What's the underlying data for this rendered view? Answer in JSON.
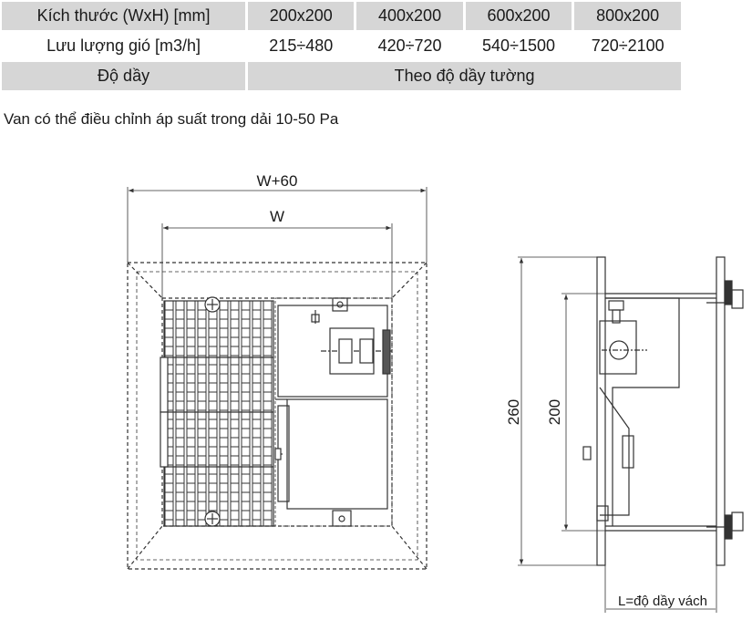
{
  "spec_table": {
    "rows": [
      {
        "label": "Kích thước (WxH) [mm]",
        "values": [
          "200x200",
          "400x200",
          "600x200",
          "800x200"
        ]
      },
      {
        "label": "Lưu lượng gió [m3/h]",
        "values": [
          "215÷480",
          "420÷720",
          "540÷1500",
          "720÷2100"
        ]
      },
      {
        "label": "Độ dầy",
        "merged_value": "Theo độ dầy tường"
      }
    ]
  },
  "note": "Van có thể điều chỉnh áp suất trong dải 10-50 Pa",
  "front_view": {
    "dim_outer_label": "W+60",
    "dim_inner_label": "W"
  },
  "side_view": {
    "dim_total_height_label": "260",
    "dim_inner_height_label": "200",
    "dim_length_label": "L=độ dầy vách"
  }
}
